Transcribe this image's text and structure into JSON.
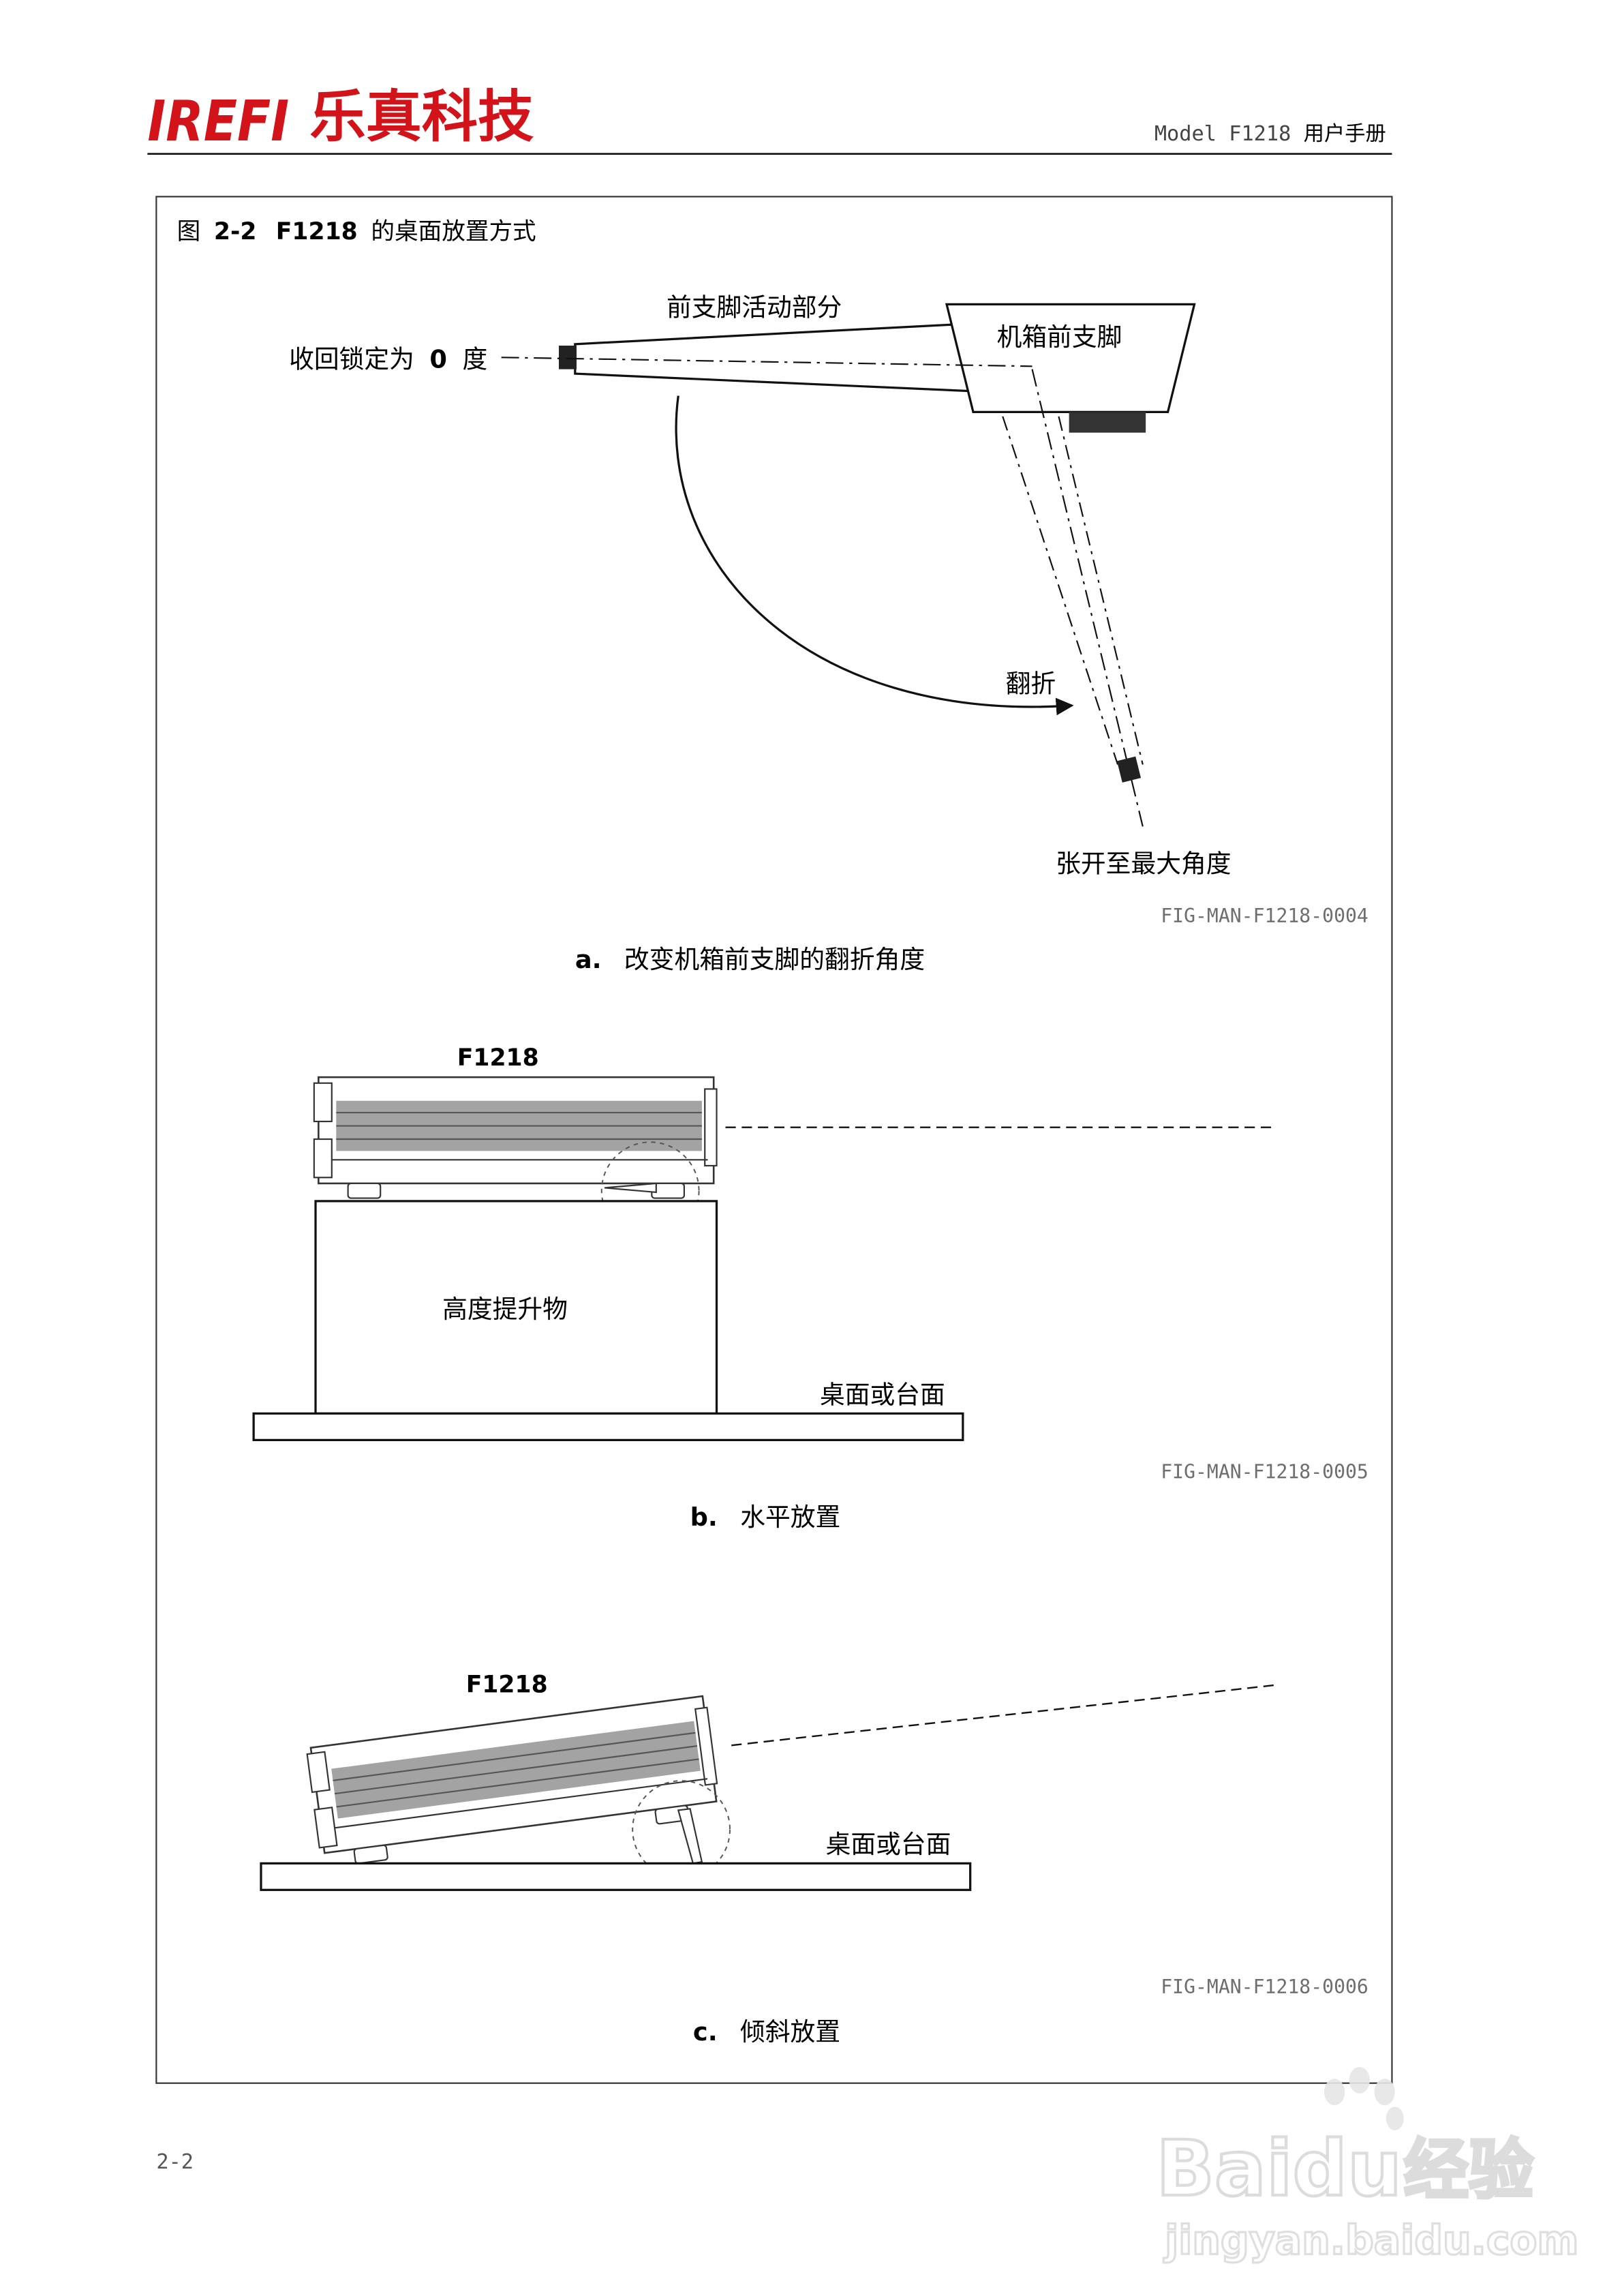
{
  "header": {
    "logo_text": "IREFI",
    "company_name": "乐真科技",
    "model_label": "Model F1218",
    "manual_label": "用户手册"
  },
  "figure": {
    "title_prefix": "图",
    "title_number": "2-2",
    "title_model": "F1218",
    "title_text": "的桌面放置方式"
  },
  "subfig_a": {
    "label_front_leg_active": "前支脚活动部分",
    "label_chassis_front_foot": "机箱前支脚",
    "label_locked_zero": "收回锁定为",
    "label_zero_value": "0",
    "label_degree": "度",
    "label_fold": "翻折",
    "label_max_angle": "张开至最大角度",
    "code": "FIG-MAN-F1218-0004",
    "caption_letter": "a.",
    "caption_text": "改变机箱前支脚的翻折角度"
  },
  "subfig_b": {
    "device_label": "F1218",
    "riser_label": "高度提升物",
    "table_label": "桌面或台面",
    "code": "FIG-MAN-F1218-0005",
    "caption_letter": "b.",
    "caption_text": "水平放置"
  },
  "subfig_c": {
    "device_label": "F1218",
    "table_label": "桌面或台面",
    "code": "FIG-MAN-F1218-0006",
    "caption_letter": "c.",
    "caption_text": "倾斜放置"
  },
  "footer": {
    "page_number": "2-2"
  },
  "watermark": {
    "brand": "Bai",
    "brand_du": "du",
    "service": "经验",
    "url": "jingyan.baidu.com"
  },
  "colors": {
    "logo_red": "#d2131a",
    "line": "#111111",
    "code_gray": "#6e6e6e",
    "rail_gray": "#9a9a9a",
    "watermark": "#e4e4e4"
  }
}
